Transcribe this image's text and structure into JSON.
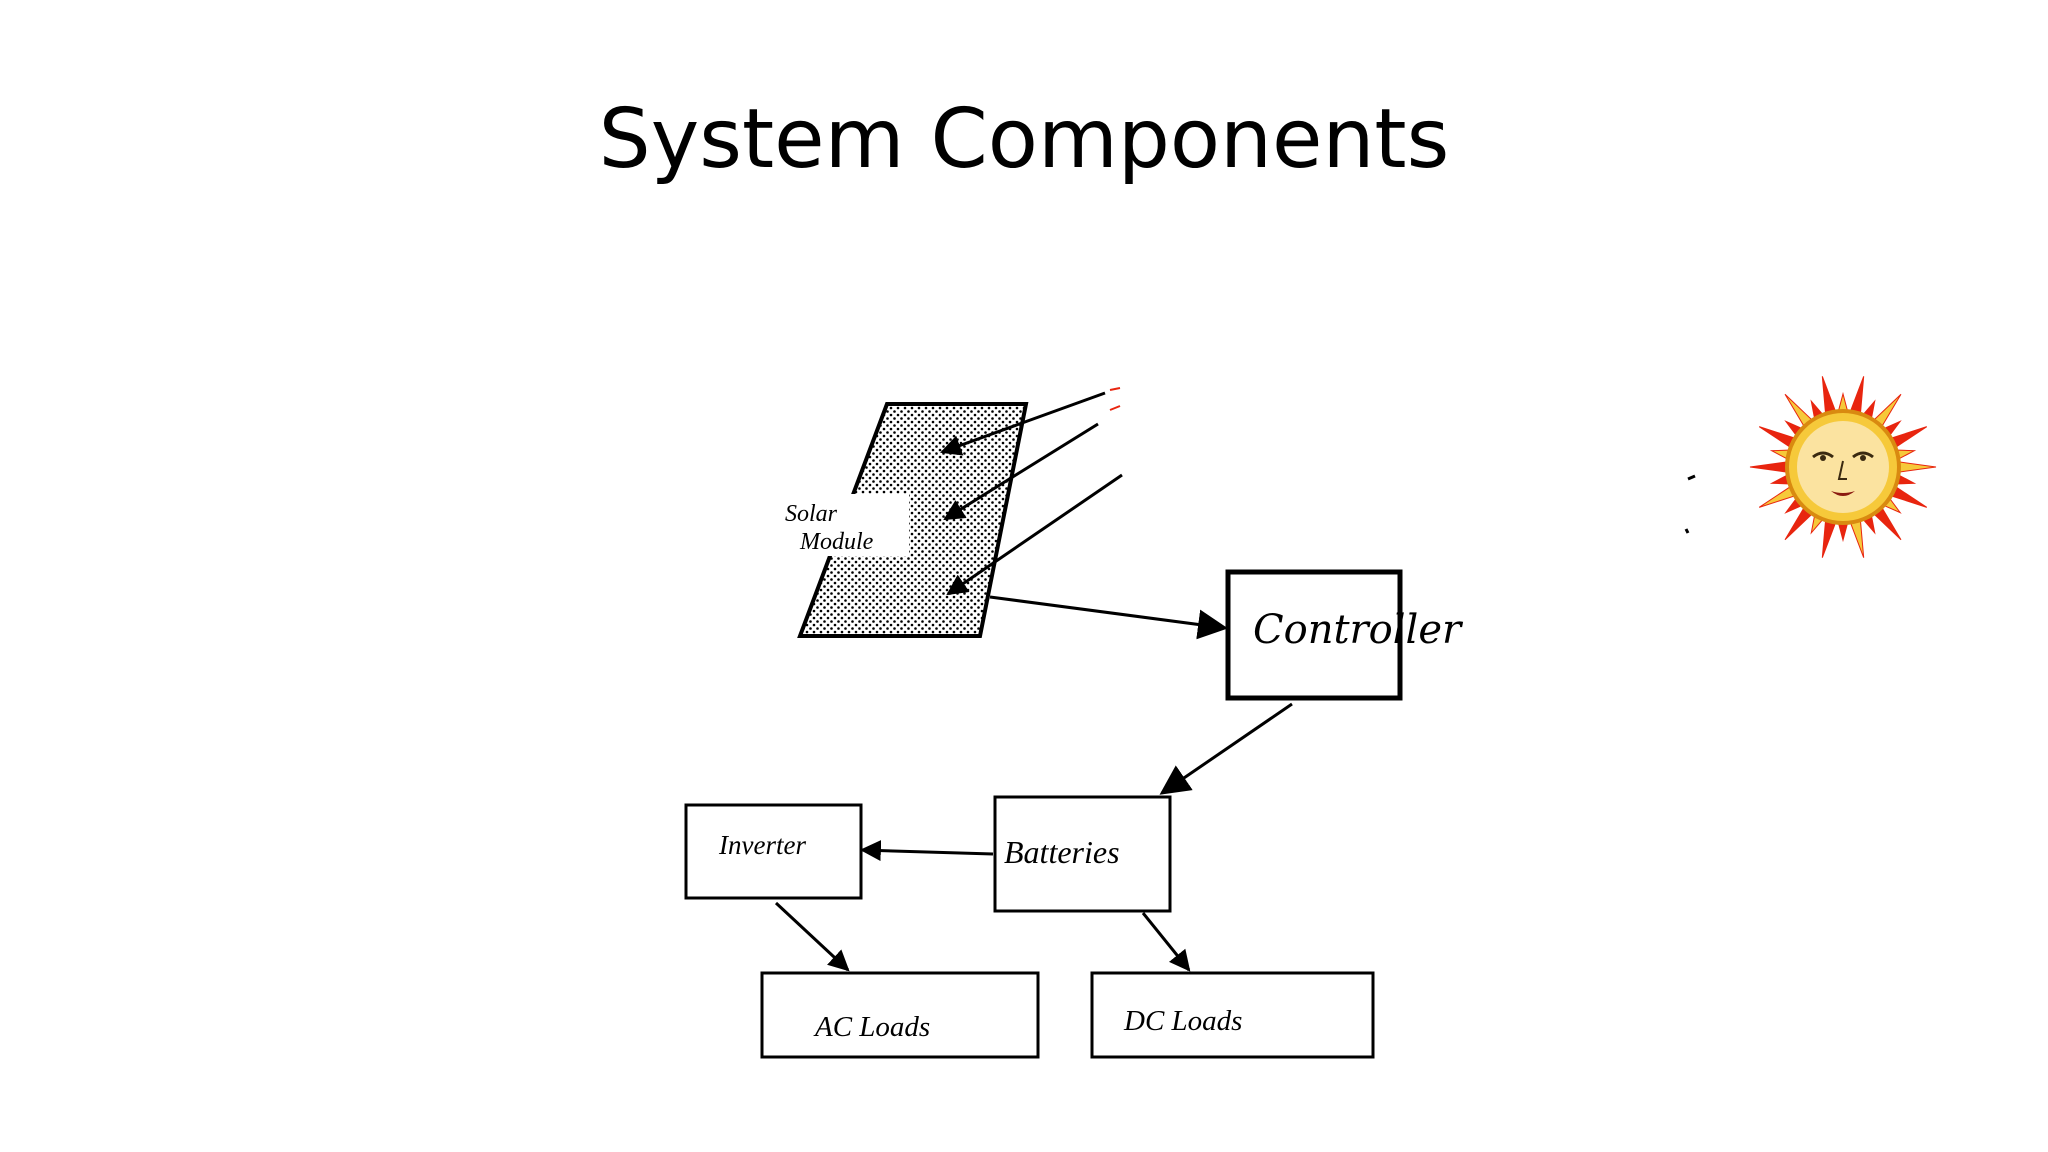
{
  "slide": {
    "title": "System Components"
  },
  "diagram": {
    "nodes": {
      "solar_module": {
        "line1": "Solar",
        "line2": "Module"
      },
      "controller": {
        "label": "Controller"
      },
      "batteries": {
        "label": "Batteries"
      },
      "inverter": {
        "label": "Inverter"
      },
      "ac_loads": {
        "label": "AC Loads"
      },
      "dc_loads": {
        "label": "DC Loads"
      }
    },
    "edges": [
      {
        "from": "sun",
        "to": "solar_module"
      },
      {
        "from": "solar_module",
        "to": "controller"
      },
      {
        "from": "controller",
        "to": "batteries"
      },
      {
        "from": "batteries",
        "to": "inverter"
      },
      {
        "from": "inverter",
        "to": "ac_loads"
      },
      {
        "from": "batteries",
        "to": "dc_loads"
      }
    ],
    "colors": {
      "stroke": "#000000",
      "sun_rays": "#e8250f",
      "sun_face": "#f6c93a"
    }
  }
}
